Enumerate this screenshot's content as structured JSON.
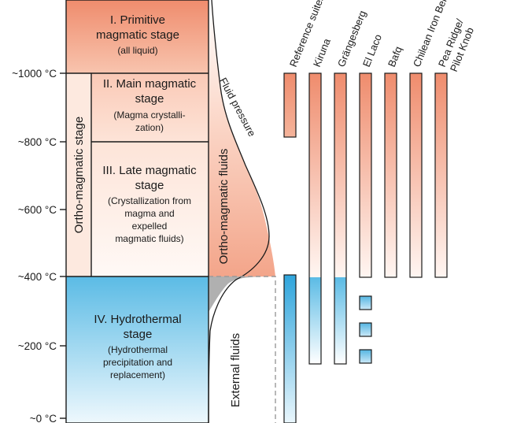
{
  "axis_labels": [
    "~1000 °C",
    "~800 °C",
    "~600 °C",
    "~400 °C",
    "~200 °C",
    "~0 °C"
  ],
  "stages": {
    "primitive": {
      "title": [
        "I. Primitive",
        "magmatic stage"
      ],
      "note": [
        "(all liquid)"
      ]
    },
    "main": {
      "title": [
        "II. Main magmatic",
        "stage"
      ],
      "note": [
        "(Magma crystalli-",
        "zation)"
      ]
    },
    "late": {
      "title": [
        "III. Late magmatic",
        "stage"
      ],
      "note": [
        "(Crystallization from",
        "magma and",
        "expelled",
        "magmatic fluids)"
      ]
    },
    "hydrothermal": {
      "title": [
        "IV. Hydrothermal",
        "stage"
      ],
      "note": [
        "(Hydrothermal",
        "precipitation and",
        "replacement)"
      ]
    }
  },
  "ortho_stage_label": "Ortho-magmatic stage",
  "ortho_fluids_label": "Ortho-magmatic fluids",
  "external_fluids_label": "External fluids",
  "fluid_pressure_label": "Fluid pressure",
  "columns": [
    {
      "name": "Reference suites"
    },
    {
      "name": "Kiruna"
    },
    {
      "name": "Grängesberg"
    },
    {
      "name": "El Laco"
    },
    {
      "name": "Bafq"
    },
    {
      "name": "Chilean Iron Belt"
    },
    {
      "name": "Pea Ridge/",
      "name2": "Pilot Knob"
    }
  ],
  "colors": {
    "magmatic_dark": "#ee8866",
    "magmatic_light": "#fde6dc",
    "hydro_dark": "#55b6e2",
    "hydro_light": "#dff1fa",
    "outline": "#1a1a1a",
    "gray": "#a8a8a8"
  }
}
